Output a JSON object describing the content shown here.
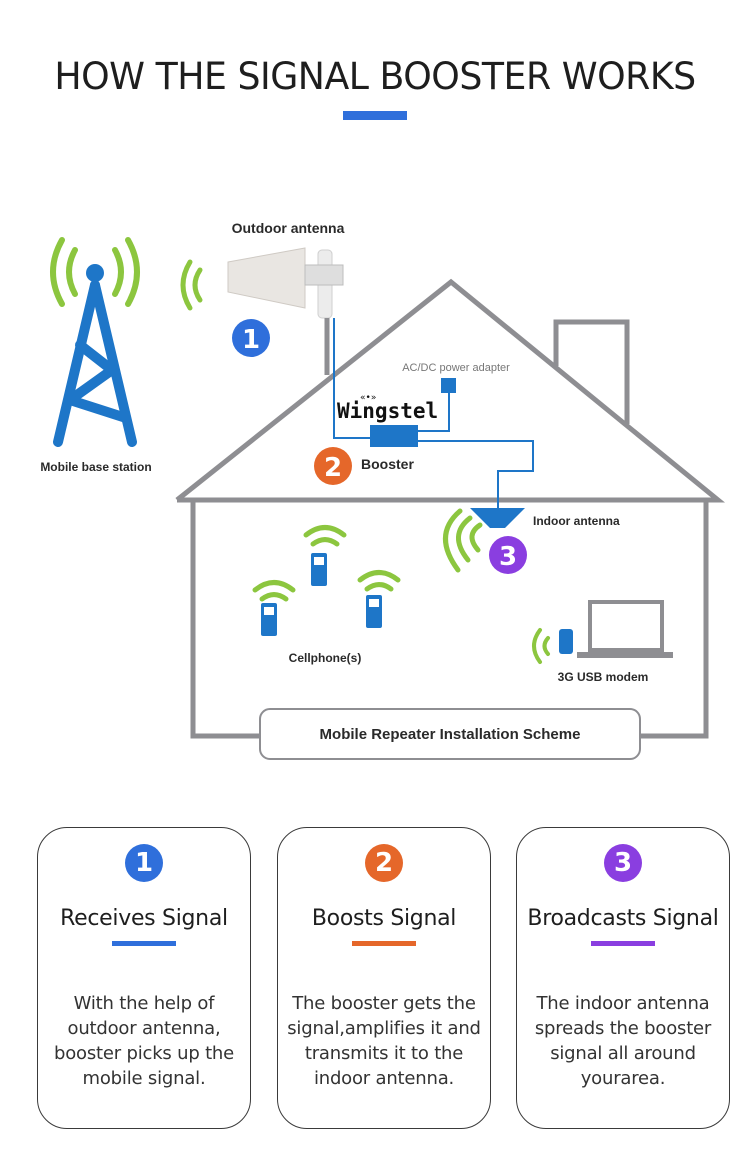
{
  "header": {
    "title": "HOW THE SIGNAL BOOSTER WORKS",
    "accent_color": "#2f6fdb"
  },
  "diagram": {
    "labels": {
      "outdoor_antenna": "Outdoor antenna",
      "base_station": "Mobile base station",
      "power_adapter": "AC/DC power adapter",
      "brand": "Wingstel",
      "booster": "Booster",
      "indoor_antenna": "Indoor antenna",
      "cellphones": "Cellphone(s)",
      "usb_modem": "3G USB modem",
      "scheme_caption": "Mobile Repeater Installation Scheme"
    },
    "markers": [
      {
        "number": "1",
        "color": "#2f6fdb"
      },
      {
        "number": "2",
        "color": "#e5672a"
      },
      {
        "number": "3",
        "color": "#8a3ee0"
      }
    ],
    "colors": {
      "signal_green": "#8cc63f",
      "device_blue": "#1e76c8",
      "house_gray": "#8e8e92"
    }
  },
  "steps": [
    {
      "number": "1",
      "title": "Receives Signal",
      "color": "#2f6fdb",
      "description": "With the help of outdoor antenna, booster picks up the mobile signal."
    },
    {
      "number": "2",
      "title": "Boosts Signal",
      "color": "#e5672a",
      "description": "The booster gets the signal,amplifies it and transmits it to the indoor antenna."
    },
    {
      "number": "3",
      "title": "Broadcasts Signal",
      "color": "#8a3ee0",
      "description": "The indoor antenna spreads the booster signal all around yourarea."
    }
  ]
}
